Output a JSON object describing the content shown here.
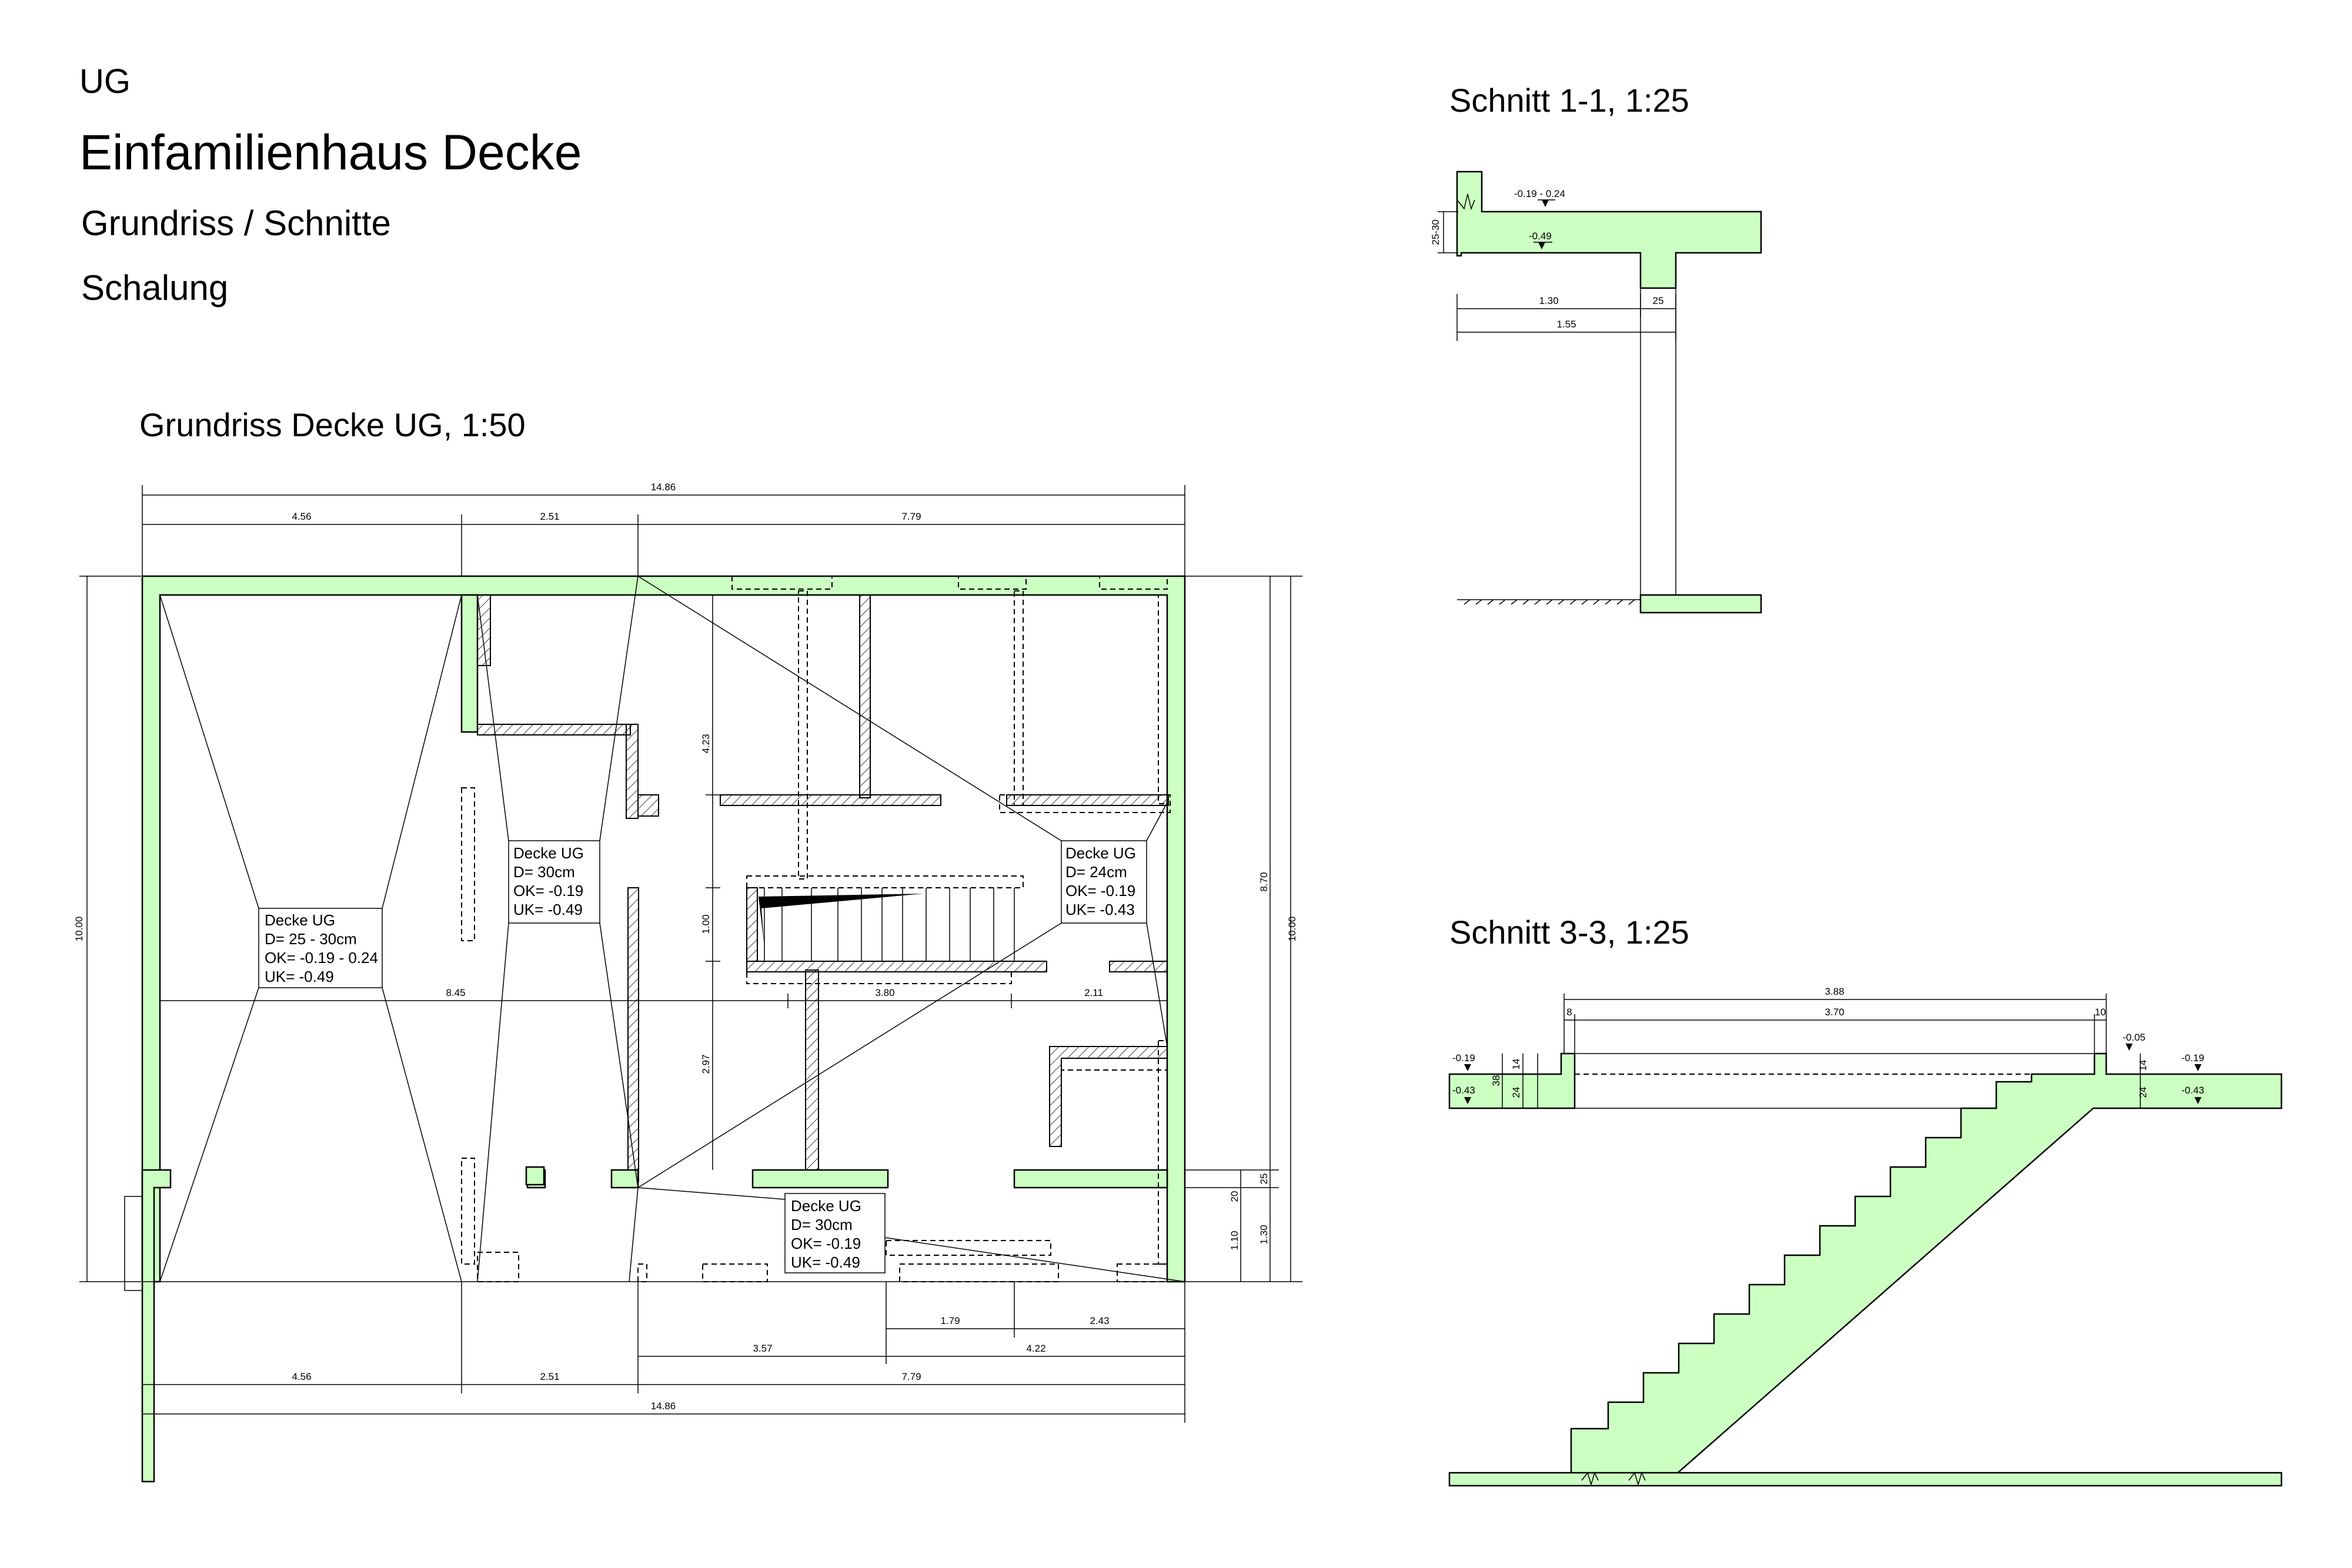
{
  "sheet": {
    "level": "UG",
    "title": "Einfamilienhaus Decke",
    "subtitle": "Grundriss / Schnitte",
    "subject": "Schalung"
  },
  "plan": {
    "title": "Grundriss Decke UG, 1:50",
    "dims_top": {
      "overall": "14.86",
      "seg1": "4.56",
      "seg2": "2.51",
      "seg3": "7.79"
    },
    "dims_bottom": {
      "overall": "14.86",
      "seg1": "4.56",
      "seg2": "2.51",
      "seg3": "7.79",
      "a": "3.57",
      "b": "4.22",
      "c": "1.79",
      "d": "2.43"
    },
    "dims_left": {
      "height": "10.00"
    },
    "dims_right": {
      "height_outer": "10.00",
      "height_inner": "8.70",
      "d25": "25",
      "d130": "1.30",
      "d110": "1.10",
      "d20": "20"
    },
    "dims_inner": {
      "d845": "8.45",
      "d380": "3.80",
      "d211": "2.11",
      "d423": "4.23",
      "d100": "1.00",
      "d297": "2.97"
    },
    "slabs": [
      {
        "name": "Decke UG",
        "d": "D= 25 - 30cm",
        "ok": "OK= -0.19 - 0.24",
        "uk": "UK= -0.49"
      },
      {
        "name": "Decke UG",
        "d": "D= 30cm",
        "ok": "OK= -0.19",
        "uk": "UK= -0.49"
      },
      {
        "name": "Decke UG",
        "d": "D= 24cm",
        "ok": "OK= -0.19",
        "uk": "UK= -0.43"
      },
      {
        "name": "Decke UG",
        "d": "D= 30cm",
        "ok": "OK= -0.19",
        "uk": "UK= -0.49"
      }
    ]
  },
  "section1": {
    "title": "Schnitt 1-1, 1:25",
    "level_top": "-0.19 - 0.24",
    "level_bottom": "-0.49",
    "thickness": "25-30",
    "dim_a": "1.30",
    "dim_b": "25",
    "dim_total": "1.55"
  },
  "section3": {
    "title": "Schnitt 3-3, 1:25",
    "dim_overall": "3.88",
    "dim_inner": "3.70",
    "dim_left": "8",
    "dim_right": "10",
    "lvl_left_top": "-0.19",
    "lvl_left_bot": "-0.43",
    "lvl_right_mid": "-0.05",
    "lvl_right_top": "-0.19",
    "lvl_right_bot": "-0.43",
    "d38": "38",
    "d14a": "14",
    "d24a": "24",
    "d14b": "14",
    "d24b": "24"
  },
  "colors": {
    "concrete_fill": "#ccffc2",
    "line": "#000000"
  }
}
